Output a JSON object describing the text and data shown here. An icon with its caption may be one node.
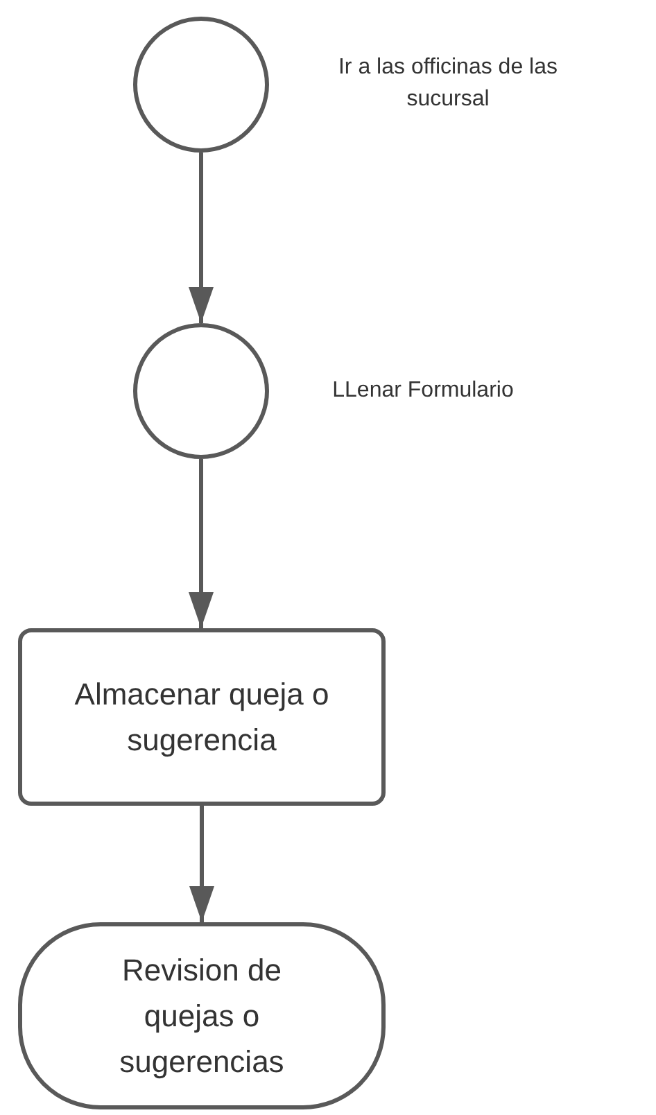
{
  "diagram": {
    "nodes": [
      {
        "text": [],
        "shape": "circle",
        "beside": [
          "Ir a las officinas de las sucursal"
        ]
      },
      {
        "text": [],
        "shape": "circle",
        "beside": [
          "LLenar Formulario"
        ]
      },
      {
        "text": [
          "Almacenar queja o sugerencia"
        ]
      },
      {
        "text": [
          "Revision de quejas o sugerencias"
        ]
      }
    ],
    "edges": [
      {
        "from": 0,
        "to": 1,
        "arrow": "to"
      },
      {
        "from": 1,
        "to": 2,
        "arrow": "to"
      },
      {
        "from": 2,
        "to": 3,
        "arrow": "to"
      }
    ]
  }
}
